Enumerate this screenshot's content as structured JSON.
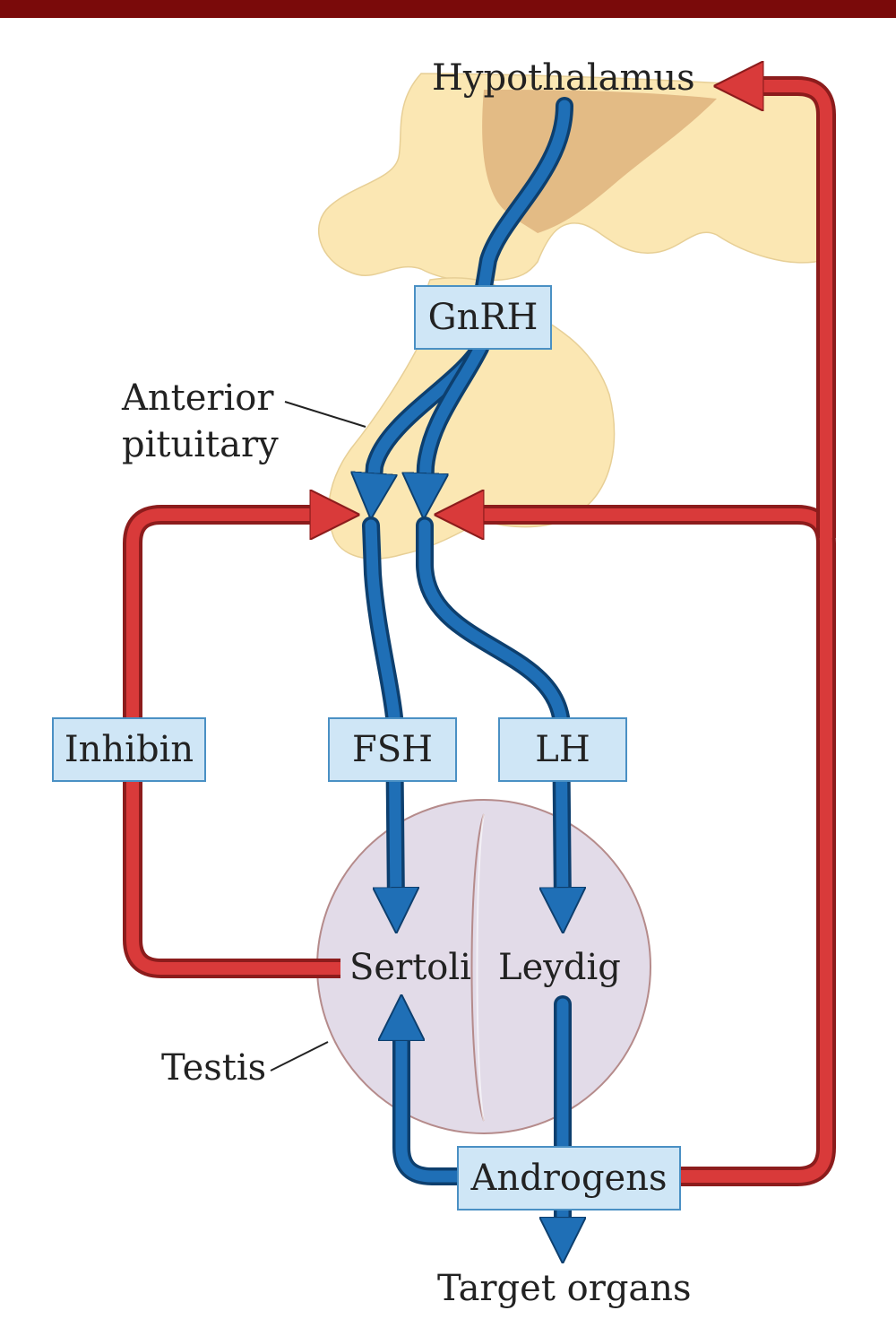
{
  "colors": {
    "header_bar": "#7a0a0a",
    "stimulatory_arrow": "#1f6fb6",
    "feedback_arrow": "#d93a3a",
    "feedback_arrow_outline": "#8c1c1c",
    "hormone_box_fill": "#cfe6f6",
    "hormone_box_border": "#4a90c4",
    "brain_tissue": "#fbe7b3",
    "hypothalamus_shading": "#d9a872",
    "testis_fill": "#e2dbe8",
    "testis_outline": "#b58b8b"
  },
  "structures": {
    "hypothalamus": "Hypothalamus",
    "anterior_pituitary": "Anterior\npituitary",
    "testis": "Testis",
    "sertoli": "Sertoli",
    "leydig": "Leydig",
    "target_organs": "Target organs"
  },
  "hormones": {
    "gnrh": "GnRH",
    "inhibin": "Inhibin",
    "fsh": "FSH",
    "lh": "LH",
    "androgens": "Androgens"
  }
}
